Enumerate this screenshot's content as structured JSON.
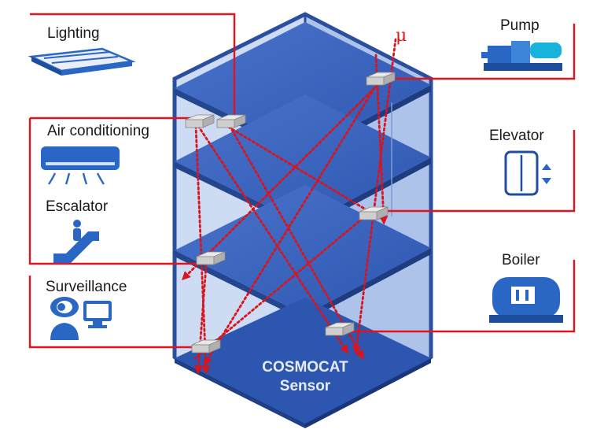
{
  "labels": {
    "lighting": "Lighting",
    "air_conditioning": "Air conditioning",
    "escalator": "Escalator",
    "surveillance": "Surveillance",
    "pump": "Pump",
    "elevator": "Elevator",
    "boiler": "Boiler"
  },
  "muon_symbol": "μ",
  "brand": {
    "line1": "COSMOCAT",
    "line2": "Sensor"
  },
  "icons": [
    "lighting-icon",
    "air-conditioner-icon",
    "escalator-icon",
    "surveillance-icon",
    "pump-icon",
    "elevator-icon",
    "boiler-icon"
  ],
  "colors": {
    "building": "#2e5bb8",
    "floor": "#3a66c4",
    "glass": "#b3c6ea",
    "accent_red": "#e0141e",
    "icon": "#2a66c4"
  }
}
